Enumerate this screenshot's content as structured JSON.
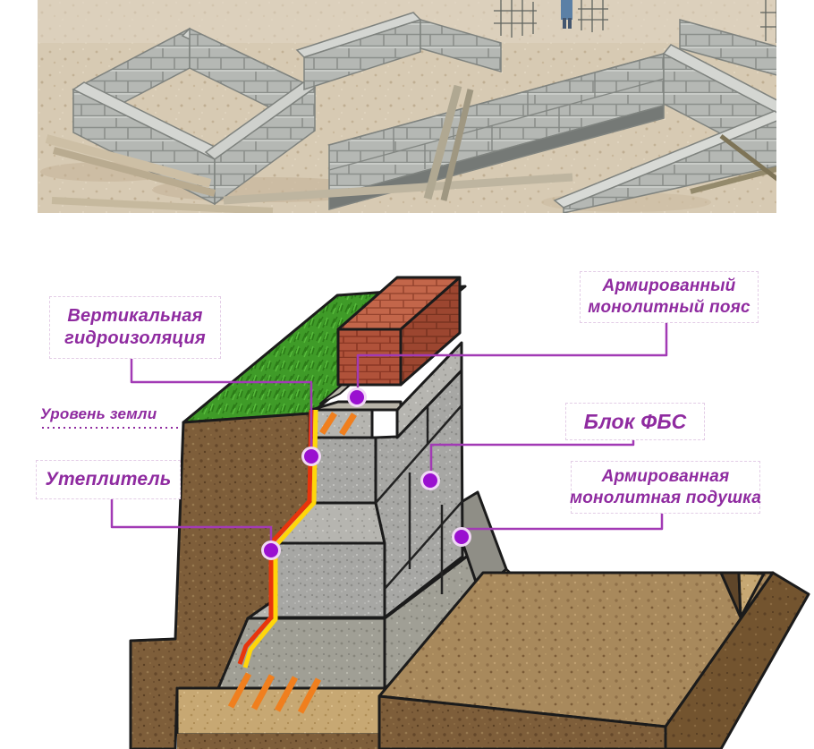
{
  "photo": {
    "subject": "fbs-block-foundation-construction-site"
  },
  "diagram": {
    "labels": {
      "waterproofing": [
        "Вертикальная",
        "гидроизоляция"
      ],
      "ground_level": "Уровень земли",
      "insulation": "Утеплитель",
      "belt": [
        "Армированный",
        "монолитный пояс"
      ],
      "fbs": "Блок ФБС",
      "cushion": [
        "Армированная",
        "монолитная подушка"
      ]
    },
    "colors": {
      "label_text": "#8f2ba0",
      "connector": "#a23ab5",
      "marker": "#9a10d0",
      "marker_ring": "#f1d7f6",
      "waterproofing_red": "#e8340c",
      "insulation_yellow": "#ffd60a",
      "rebar_orange": "#f07f1e"
    }
  }
}
